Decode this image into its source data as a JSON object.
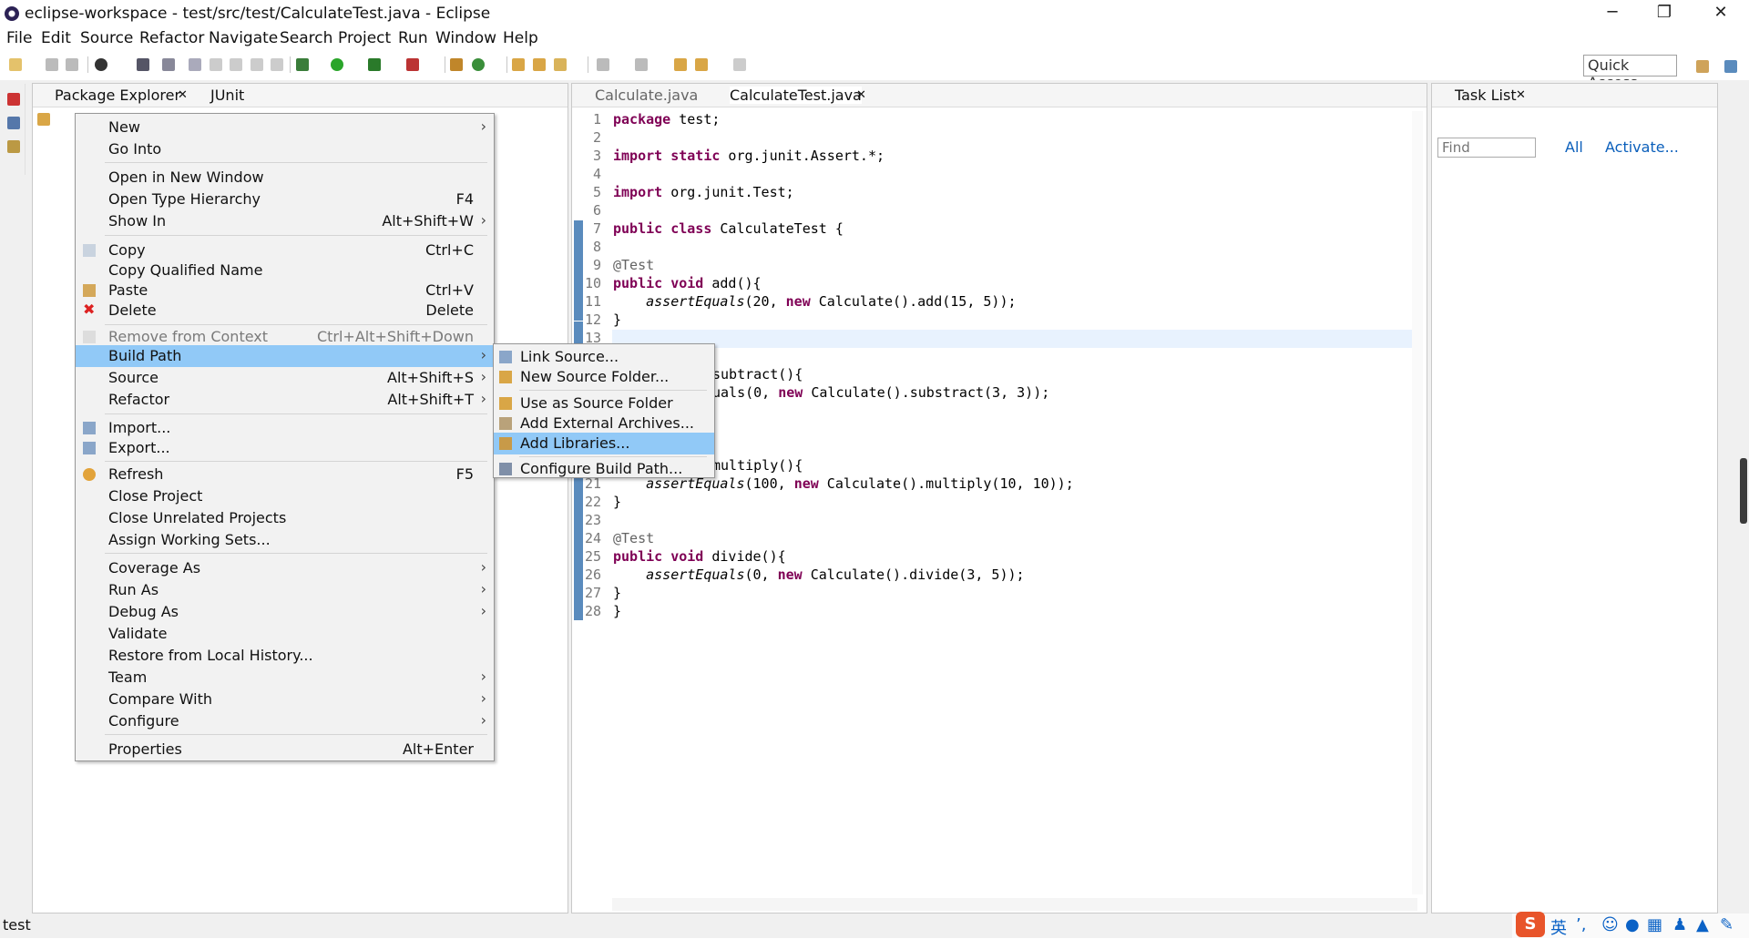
{
  "window": {
    "title": "eclipse-workspace - test/src/test/CalculateTest.java - Eclipse",
    "minimize": "─",
    "restore": "❐",
    "close": "✕"
  },
  "menubar": [
    "File",
    "Edit",
    "Source",
    "Refactor",
    "Navigate",
    "Search",
    "Project",
    "Run",
    "Window",
    "Help"
  ],
  "quick_access": "Quick Access",
  "package_explorer": {
    "tab1": "Package Explorer",
    "tab2": "JUnit"
  },
  "editor": {
    "tabs": [
      "Calculate.java",
      "CalculateTest.java"
    ],
    "lines": [
      {
        "n": "1",
        "code": "package test;"
      },
      {
        "n": "2",
        "code": ""
      },
      {
        "n": "3",
        "code": "import static org.junit.Assert.*;"
      },
      {
        "n": "4",
        "code": ""
      },
      {
        "n": "5",
        "code": "import org.junit.Test;"
      },
      {
        "n": "6",
        "code": ""
      },
      {
        "n": "7",
        "code": "public class CalculateTest {"
      },
      {
        "n": "8",
        "code": ""
      },
      {
        "n": "9",
        "code": "@Test"
      },
      {
        "n": "10",
        "code": "public void add(){"
      },
      {
        "n": "11",
        "code": "    assertEquals(20, new Calculate().add(15, 5));"
      },
      {
        "n": "12",
        "code": "}"
      },
      {
        "n": "13",
        "code": ""
      },
      {
        "n": "",
        "code": "subtract(){"
      },
      {
        "n": "",
        "code": "uals(0, new Calculate().substract(3, 3));"
      },
      {
        "n": "",
        "code": "multiply(){"
      },
      {
        "n": "21",
        "code": "    assertEquals(100, new Calculate().multiply(10, 10));"
      },
      {
        "n": "22",
        "code": "}"
      },
      {
        "n": "23",
        "code": ""
      },
      {
        "n": "24",
        "code": "@Test"
      },
      {
        "n": "25",
        "code": "public void divide(){"
      },
      {
        "n": "26",
        "code": "    assertEquals(0, new Calculate().divide(3, 5));"
      },
      {
        "n": "27",
        "code": "}"
      },
      {
        "n": "28",
        "code": "}"
      }
    ]
  },
  "task_list": {
    "tab": "Task List",
    "find_placeholder": "Find",
    "all": "All",
    "activate": "Activate..."
  },
  "context_menu": [
    {
      "label": "New",
      "shortcut": "",
      "submenu": true
    },
    {
      "label": "Go Into",
      "shortcut": ""
    },
    {
      "label": "Open in New Window",
      "shortcut": ""
    },
    {
      "label": "Open Type Hierarchy",
      "shortcut": "F4"
    },
    {
      "label": "Show In",
      "shortcut": "Alt+Shift+W",
      "submenu": true
    },
    {
      "label": "Copy",
      "shortcut": "Ctrl+C"
    },
    {
      "label": "Copy Qualified Name",
      "shortcut": ""
    },
    {
      "label": "Paste",
      "shortcut": "Ctrl+V"
    },
    {
      "label": "Delete",
      "shortcut": "Delete"
    },
    {
      "label": "Remove from Context",
      "shortcut": "Ctrl+Alt+Shift+Down"
    },
    {
      "label": "Build Path",
      "shortcut": "",
      "submenu": true
    },
    {
      "label": "Source",
      "shortcut": "Alt+Shift+S",
      "submenu": true
    },
    {
      "label": "Refactor",
      "shortcut": "Alt+Shift+T",
      "submenu": true
    },
    {
      "label": "Import...",
      "shortcut": ""
    },
    {
      "label": "Export...",
      "shortcut": ""
    },
    {
      "label": "Refresh",
      "shortcut": "F5"
    },
    {
      "label": "Close Project",
      "shortcut": ""
    },
    {
      "label": "Close Unrelated Projects",
      "shortcut": ""
    },
    {
      "label": "Assign Working Sets...",
      "shortcut": ""
    },
    {
      "label": "Coverage As",
      "shortcut": "",
      "submenu": true
    },
    {
      "label": "Run As",
      "shortcut": "",
      "submenu": true
    },
    {
      "label": "Debug As",
      "shortcut": "",
      "submenu": true
    },
    {
      "label": "Validate",
      "shortcut": ""
    },
    {
      "label": "Restore from Local History...",
      "shortcut": ""
    },
    {
      "label": "Team",
      "shortcut": "",
      "submenu": true
    },
    {
      "label": "Compare With",
      "shortcut": "",
      "submenu": true
    },
    {
      "label": "Configure",
      "shortcut": "",
      "submenu": true
    },
    {
      "label": "Properties",
      "shortcut": "Alt+Enter"
    }
  ],
  "build_path_submenu": [
    {
      "label": "Link Source..."
    },
    {
      "label": "New Source Folder..."
    },
    {
      "label": "Use as Source Folder"
    },
    {
      "label": "Add External Archives..."
    },
    {
      "label": "Add Libraries..."
    },
    {
      "label": "Configure Build Path..."
    }
  ],
  "status": {
    "text": "test"
  },
  "ime": {
    "lang": "英"
  },
  "colors": {
    "selection": "#91c9f7",
    "keyword": "#7f0055",
    "accent": "#5a8bbd"
  },
  "arrow_glyph": "›"
}
